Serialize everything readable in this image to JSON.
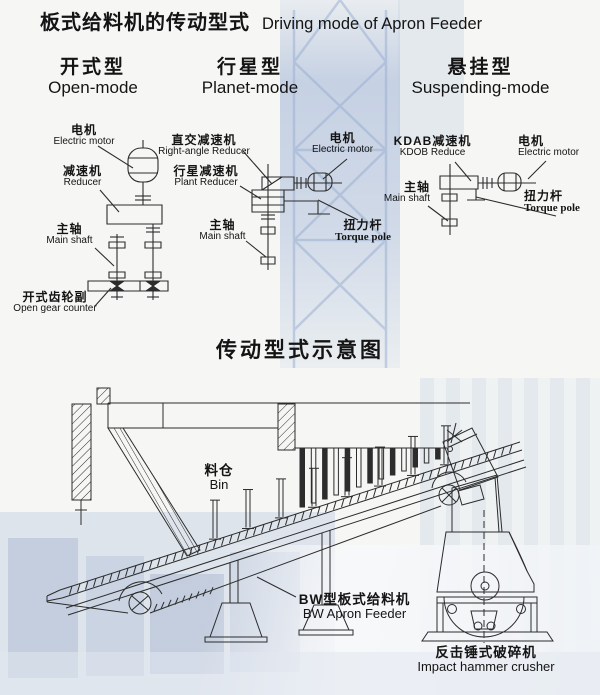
{
  "page": {
    "title_zh": "板式给料机的传动型式",
    "title_en": "Driving mode of Apron Feeder",
    "schematic_title": "传动型式示意图"
  },
  "colors": {
    "line": "#2c2c2c",
    "text": "#141414",
    "watermark": "#c3cfe3",
    "paper": "#f6f7f4"
  },
  "modes": [
    {
      "name_zh": "开式型",
      "name_en": "Open-mode",
      "labels": {
        "motor_zh": "电机",
        "motor_en": "Electric motor",
        "reducer_zh": "减速机",
        "reducer_en": "Reducer",
        "shaft_zh": "主轴",
        "shaft_en": "Main shaft",
        "gear_zh": "开式齿轮副",
        "gear_en": "Open gear counter"
      }
    },
    {
      "name_zh": "行星型",
      "name_en": "Planet-mode",
      "labels": {
        "rareducer_zh": "直交减速机",
        "rareducer_en": "Right-angle Reducer",
        "preducer_zh": "行星减速机",
        "preducer_en": "Plant Reducer",
        "motor_zh": "电机",
        "motor_en": "Electric motor",
        "shaft_zh": "主轴",
        "shaft_en": "Main shaft",
        "torque_zh": "扭力杆",
        "torque_en": "Torque pole"
      }
    },
    {
      "name_zh": "悬挂型",
      "name_en": "Suspending-mode",
      "labels": {
        "reducer_zh": "KDAB减速机",
        "reducer_en": "KDOB Reduce",
        "motor_zh": "电机",
        "motor_en": "Electric motor",
        "shaft_zh": "主轴",
        "shaft_en": "Main shaft",
        "torque_zh": "扭力杆",
        "torque_en": "Torque pole"
      }
    }
  ],
  "schematic": {
    "bin_zh": "料仓",
    "bin_en": "Bin",
    "feeder_zh": "BW型板式给料机",
    "feeder_en": "BW Apron Feeder",
    "crusher_zh": "反击锤式破碎机",
    "crusher_en": "Impact hammer crusher"
  }
}
